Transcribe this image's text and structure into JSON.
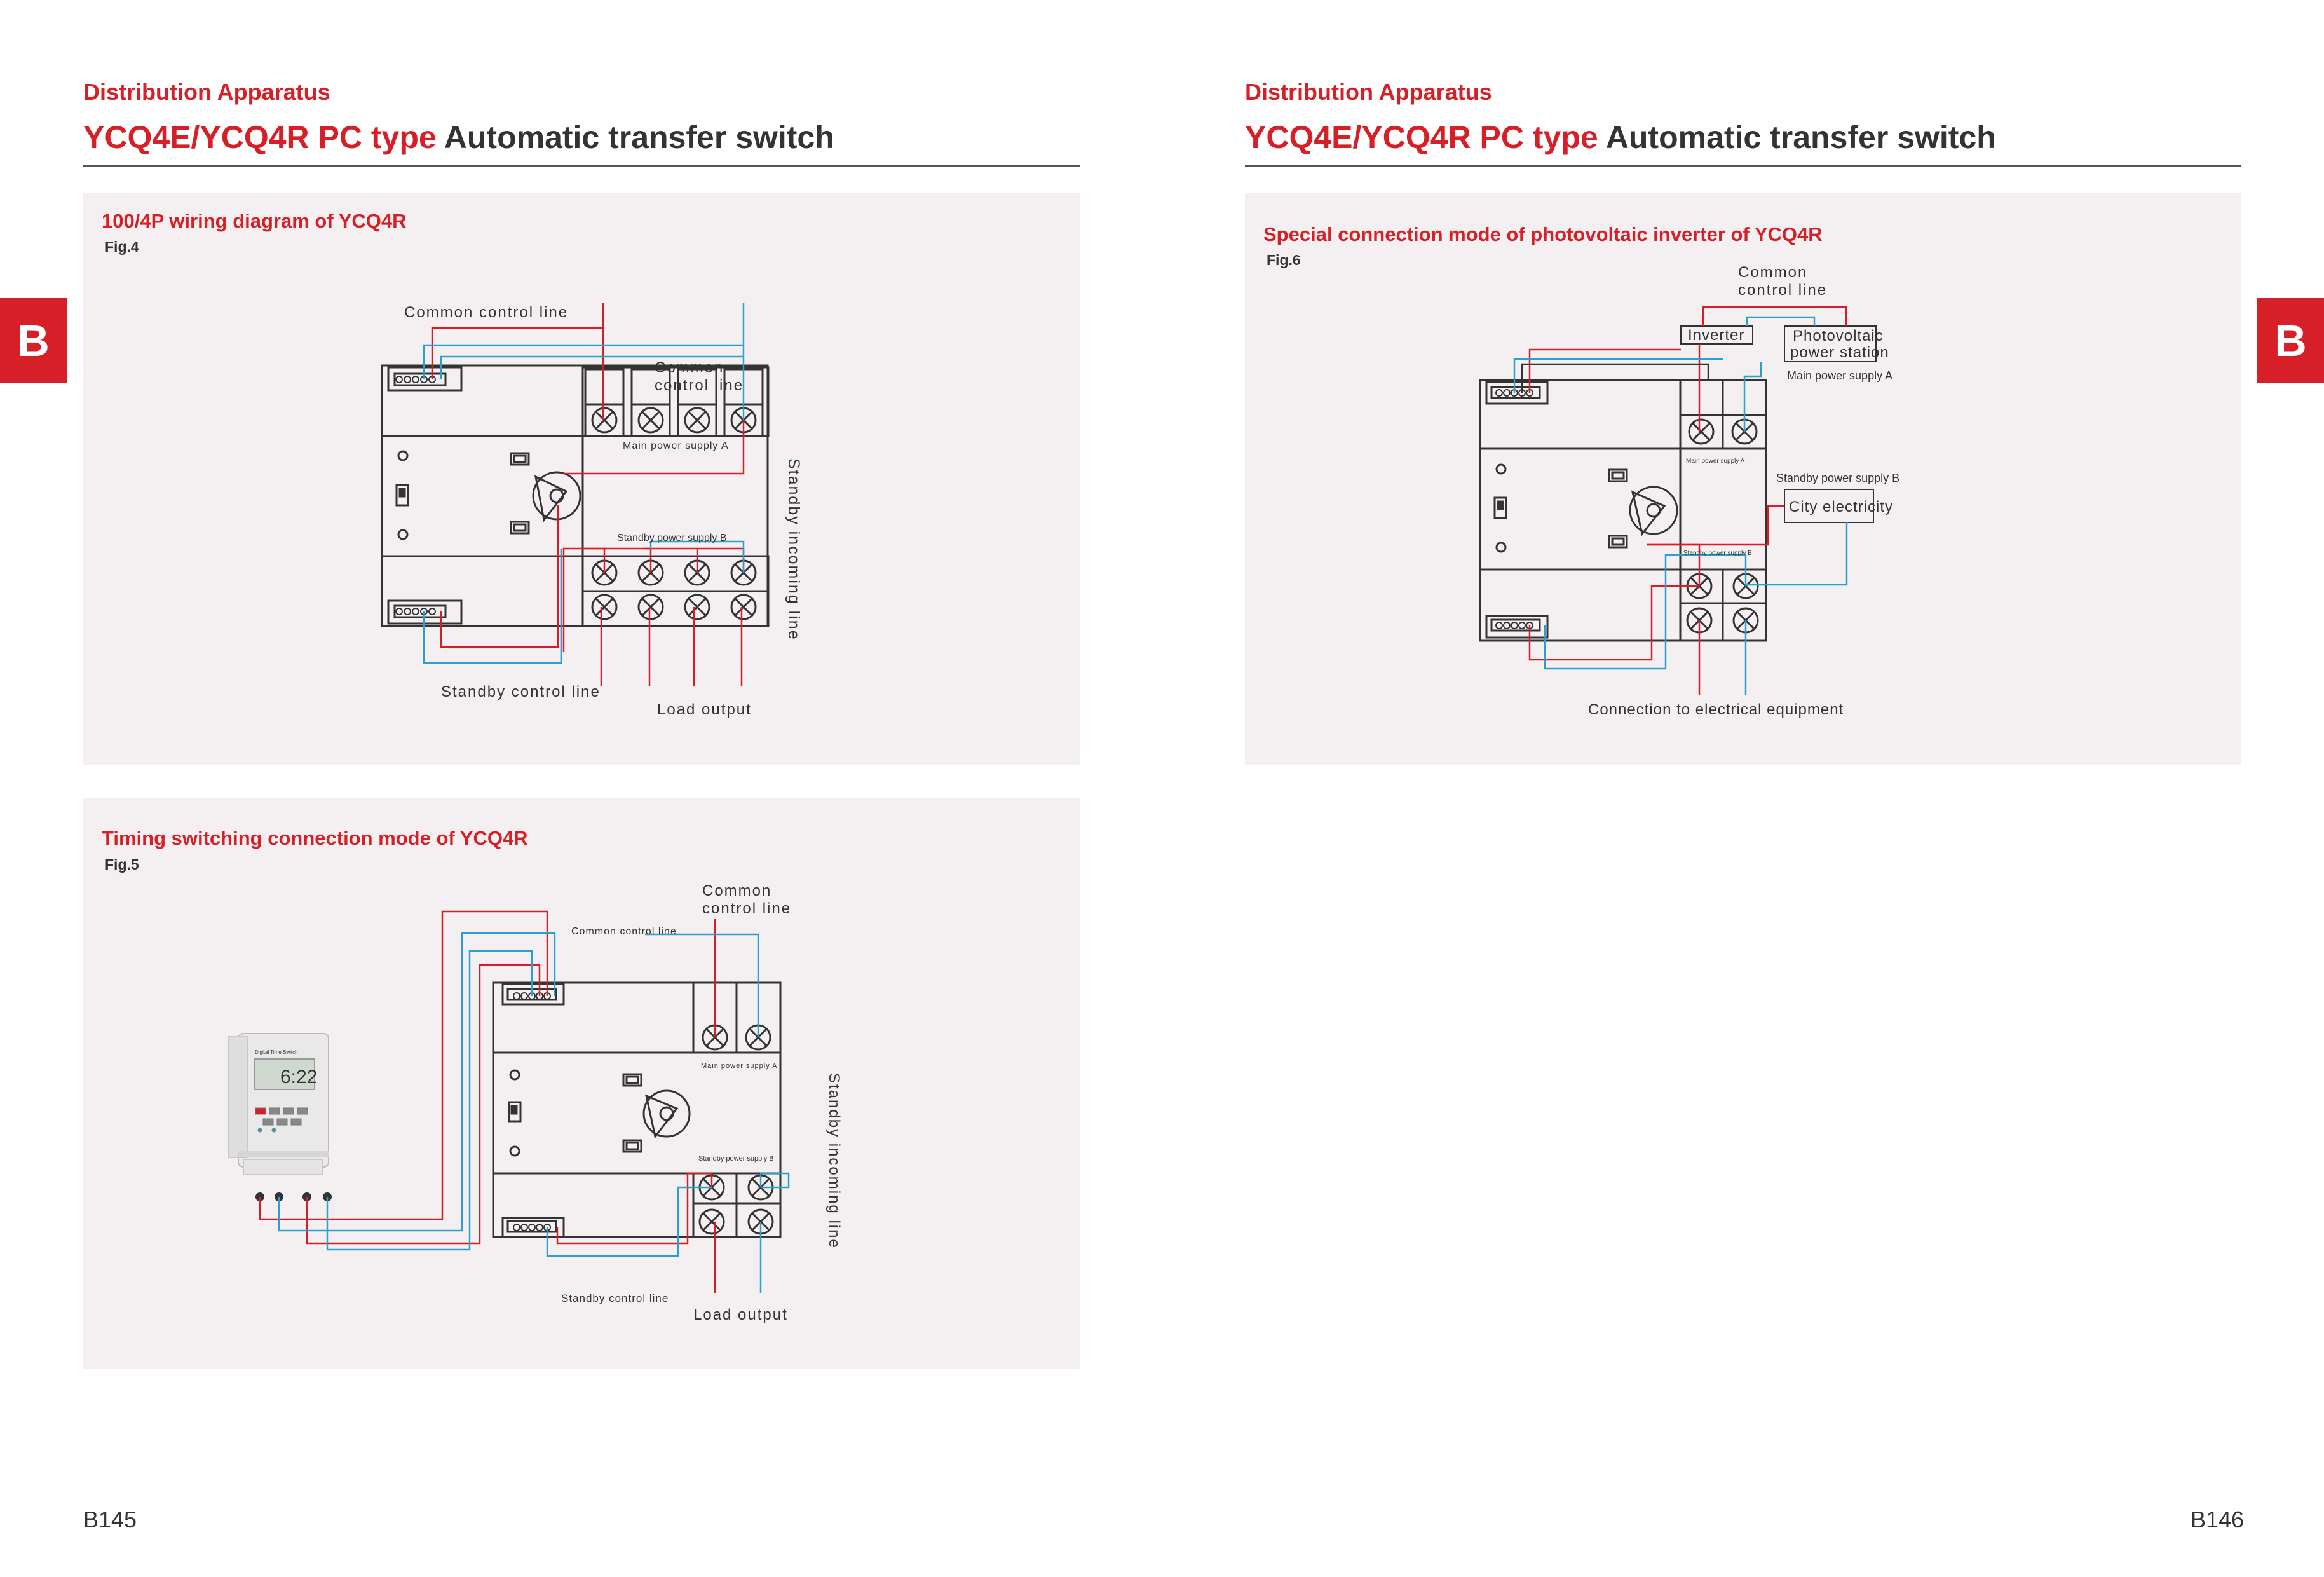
{
  "left_page": {
    "category": "Distribution Apparatus",
    "title_model": "YCQ4E/YCQ4R PC type",
    "title_rest": "Automatic transfer switch",
    "page_number": "B145"
  },
  "right_page": {
    "category": "Distribution Apparatus",
    "title_model": "YCQ4E/YCQ4R PC type",
    "title_rest": "Automatic transfer switch",
    "page_number": "B146"
  },
  "section_tab": "B",
  "fig4": {
    "title": "100/4P wiring diagram of YCQ4R",
    "fig": "Fig.4",
    "label_common_1": "Common",
    "label_common_2": "control line",
    "label_common_left": "Common control line",
    "label_main": "Main power supply A",
    "label_standby_b": "Standby power supply B",
    "label_standby_incoming": "Standby incoming line",
    "label_standby_control": "Standby control line",
    "label_load": "Load output"
  },
  "fig5": {
    "title": "Timing switching connection mode of YCQ4R",
    "fig": "Fig.5",
    "label_common_1": "Common",
    "label_common_2": "control line",
    "label_common_small": "Common control line",
    "label_main": "Main power supply A",
    "label_standby_b": "Standby power supply B",
    "label_standby_incoming": "Standby incoming line",
    "label_standby_control": "Standby control line",
    "label_load": "Load output",
    "timer_brand": "Digital Time Switch",
    "timer_display": "6:22"
  },
  "fig6": {
    "title": "Special connection mode of photovoltaic inverter of YCQ4R",
    "fig": "Fig.6",
    "label_common_1": "Common",
    "label_common_2": "control line",
    "label_inverter": "Inverter",
    "label_pv_1": "Photovoltaic",
    "label_pv_2": "power station",
    "label_main_a": "Main power supply A",
    "label_main_small": "Main power supply A",
    "label_standby_b": "Standby power supply B",
    "label_standby_small": "Standby power supply B",
    "label_city": "City electricity",
    "label_connection": "Connection to electrical equipment"
  },
  "colors": {
    "accent": "#d61f26",
    "wire_red": "#d71e28",
    "wire_blue": "#2a9fd0",
    "panel": "#f4f0f1"
  }
}
